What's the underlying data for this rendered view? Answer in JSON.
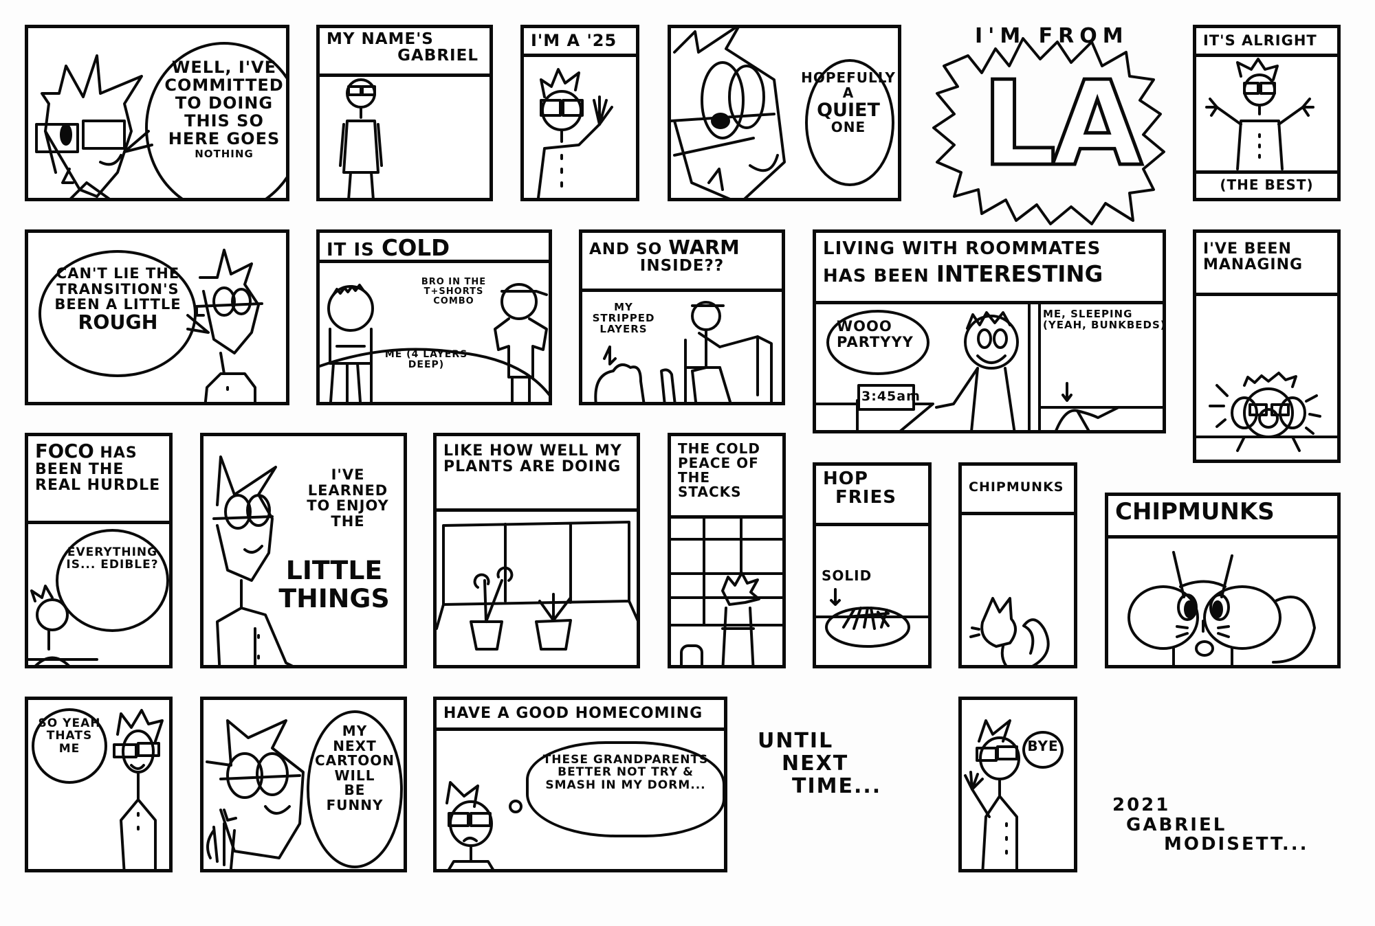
{
  "comic": {
    "row1": {
      "p1": {
        "bubble_lines": [
          "Well, I've",
          "committed",
          "to doing",
          "this so",
          "here goes"
        ],
        "bubble_small": "nothing"
      },
      "p2": {
        "caption_line1": "My name's",
        "caption_line2": "Gabriel"
      },
      "p3": {
        "caption": "I'm a '25"
      },
      "p4": {
        "bubble_line1": "Hopefully",
        "bubble_line2": "a",
        "bubble_emph": "Quiet",
        "bubble_line3": "one"
      },
      "p5": {
        "header": "I'm from",
        "big": "LA"
      },
      "p6": {
        "caption": "It's alright",
        "footer": "(the best)"
      }
    },
    "row2": {
      "p7": {
        "bubble_line1": "Can't lie the",
        "bubble_line2": "transition's",
        "bubble_line3": "been a little",
        "bubble_emph": "rough"
      },
      "p8": {
        "caption_prefix": "It is",
        "caption_emph": "cold",
        "label_bro": "Bro in the T+shorts combo",
        "label_me": "Me (4 layers deep)"
      },
      "p9": {
        "caption_prefix": "And so",
        "caption_emph": "warm",
        "caption_line2": "inside??",
        "label": "My stripped layers"
      },
      "p10": {
        "caption_line1": "Living with roommates",
        "caption_prefix": "has been",
        "caption_emph": "interesting",
        "bubble": "Wooo partyyy",
        "clock": "3:45am",
        "label": "Me, sleeping (yeah, bunkbeds)"
      },
      "p11": {
        "caption_line1": "I've been",
        "caption_line2": "managing"
      }
    },
    "row3": {
      "p12": {
        "caption_emph": "Foco",
        "caption_rest": "has been the real hurdle",
        "bubble": "Everything is... edible?"
      },
      "p13": {
        "bubble_line1": "I've",
        "bubble_line2": "learned",
        "bubble_line3": "to enjoy",
        "bubble_line4": "the",
        "emph1": "little",
        "emph2": "things"
      },
      "p14": {
        "caption": "Like how well my plants are doing"
      },
      "p15": {
        "caption": "The cold peace of the stacks"
      },
      "p16": {
        "caption_line1": "Hop",
        "caption_line2": "Fries",
        "label": "Solid"
      },
      "p17": {
        "caption": "Chipmunks"
      },
      "p18": {
        "caption": "Chipmunks"
      }
    },
    "row4": {
      "p19": {
        "bubble_line1": "So yeah",
        "bubble_line2": "thats",
        "bubble_line3": "me"
      },
      "p20": {
        "bubble_lines": [
          "My",
          "next",
          "cartoon",
          "will",
          "be",
          "funny"
        ]
      },
      "p21": {
        "caption": "Have a good homecoming",
        "thought": "These grandparents better not try & smash in my dorm..."
      },
      "outro": {
        "line1": "Until",
        "line2": "next",
        "line3": "time..."
      },
      "p22": {
        "bubble": "Bye"
      },
      "signature": {
        "year": "2021",
        "first": "Gabriel",
        "last": "Modisett..."
      }
    }
  }
}
